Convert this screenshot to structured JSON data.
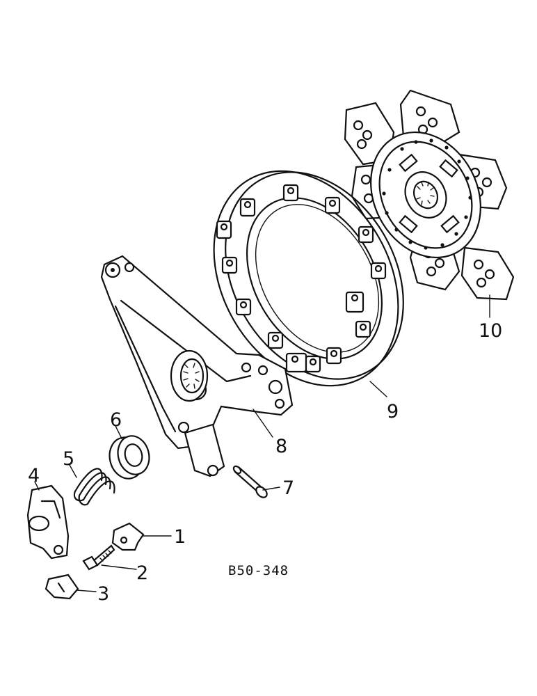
{
  "diagram": {
    "reference_code": "B50-348",
    "parts": [
      {
        "callout": "1",
        "icon": "clip-retainer"
      },
      {
        "callout": "2",
        "icon": "bolt"
      },
      {
        "callout": "3",
        "icon": "clip"
      },
      {
        "callout": "4",
        "icon": "release-fork"
      },
      {
        "callout": "5",
        "icon": "coil-spring"
      },
      {
        "callout": "6",
        "icon": "bushing"
      },
      {
        "callout": "7",
        "icon": "pin"
      },
      {
        "callout": "8",
        "icon": "clutch-lever-bracket"
      },
      {
        "callout": "9",
        "icon": "pressure-plate-housing"
      },
      {
        "callout": "10",
        "icon": "clutch-disc"
      }
    ]
  }
}
